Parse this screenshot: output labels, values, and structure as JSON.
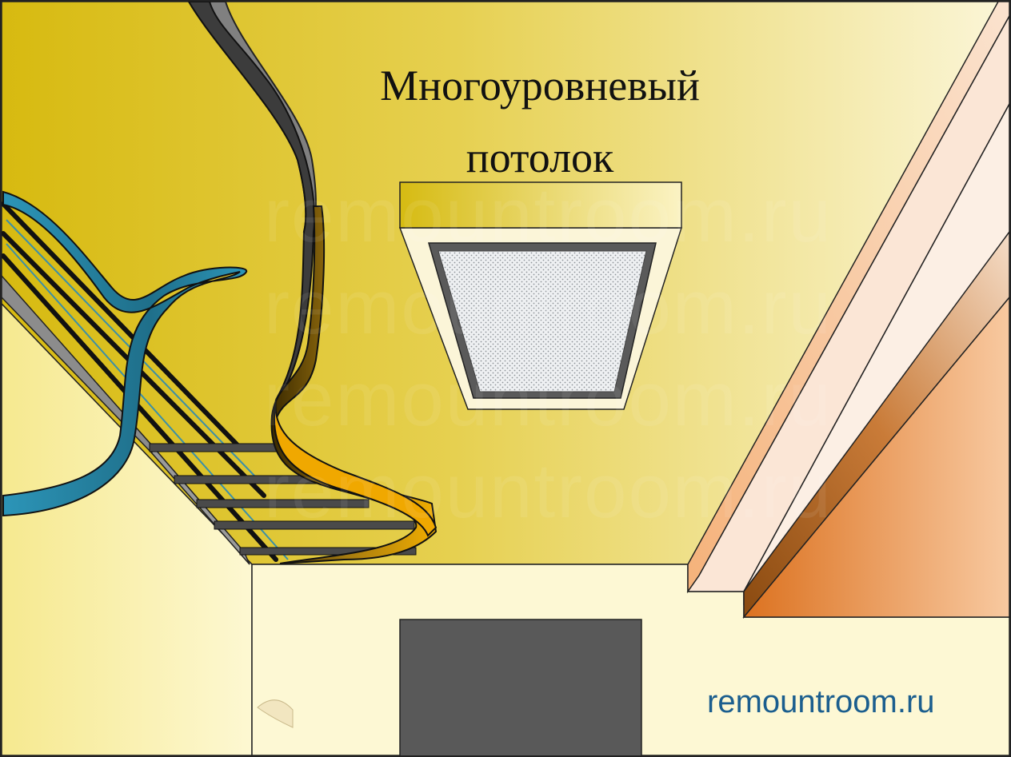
{
  "title": {
    "line1": "Многоуровневый",
    "line2": "потолок"
  },
  "watermark": "remountroom.ru",
  "caption": "remountroom.ru",
  "colors": {
    "ceiling_left": "#d8bc12",
    "ceiling_right": "#fbf5d2",
    "wall_light": "#fdf8d4",
    "door": "#595959",
    "rails": "#4a4a4a",
    "blue_ribbon": "#2a8fb0",
    "orange_ribbon": "#e5a400",
    "cornice_dark": "#df7a2a",
    "caption": "#1b5e8e"
  }
}
